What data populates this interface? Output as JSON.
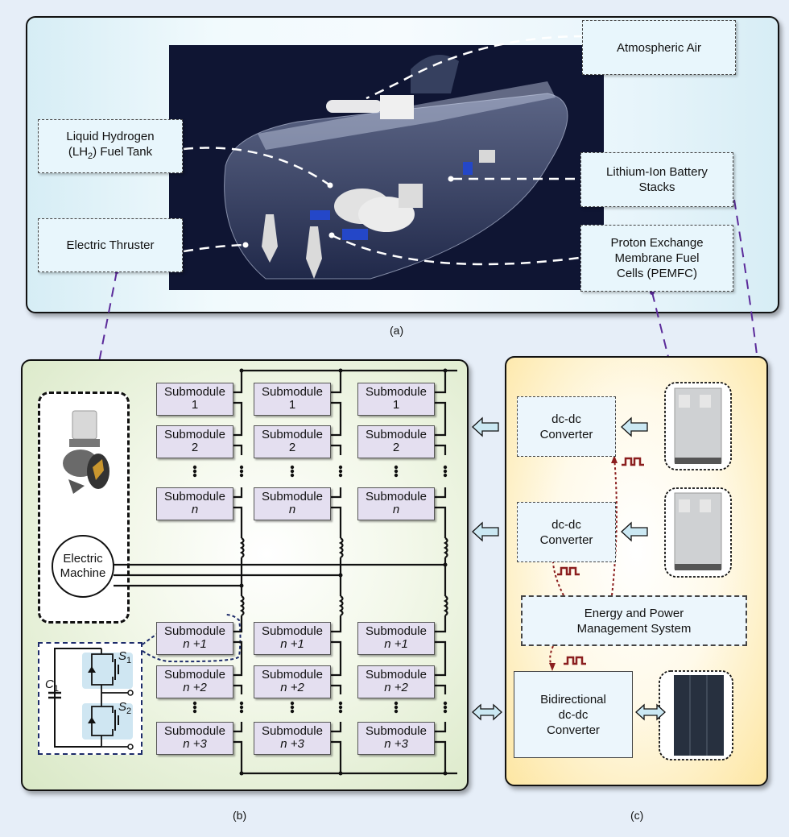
{
  "panel_a": {
    "caption": "(a)",
    "labels": {
      "atmospheric_air": "Atmospheric Air",
      "lh2_tank_line1": "Liquid Hydrogen",
      "lh2_tank_line2_pre": "(LH",
      "lh2_tank_sub": "2",
      "lh2_tank_line2_post": ") Fuel Tank",
      "battery_line1": "Lithium-Ion Battery",
      "battery_line2": "Stacks",
      "thruster": "Electric Thruster",
      "pemfc_line1": "Proton Exchange",
      "pemfc_line2": "Membrane Fuel",
      "pemfc_line3": "Cells (PEMFC)"
    },
    "image_description": "Cutaway render of hydrogen-powered ship"
  },
  "panel_b": {
    "caption": "(b)",
    "machine_line1": "Electric",
    "machine_line2": "Machine",
    "submodule_word": "Submodule",
    "upper_indices": [
      "1",
      "2",
      "n"
    ],
    "lower_indices": [
      "n +1",
      "n +2",
      "n +3"
    ],
    "circuit": {
      "capacitor": "C",
      "capacitor_sub": "1",
      "switch1": "S",
      "switch1_sub": "1",
      "switch2": "S",
      "switch2_sub": "2"
    }
  },
  "panel_c": {
    "caption": "(c)",
    "converter1_line1": "dc-dc",
    "converter1_line2": "Converter",
    "converter2_line1": "dc-dc",
    "converter2_line2": "Converter",
    "ems_line1": "Energy and Power",
    "ems_line2": "Management System",
    "bidir_line1": "Bidirectional",
    "bidir_line2": "dc-dc",
    "bidir_line3": "Converter"
  },
  "colors": {
    "connector_purple": "#5b2a9a",
    "signal_red": "#8b1e1e",
    "panel_a_bg": "#e3f3f9",
    "panel_b_bg": "#dbe9c8",
    "panel_c_bg": "#fde6a2",
    "submodule_fill": "#e4dff0"
  }
}
